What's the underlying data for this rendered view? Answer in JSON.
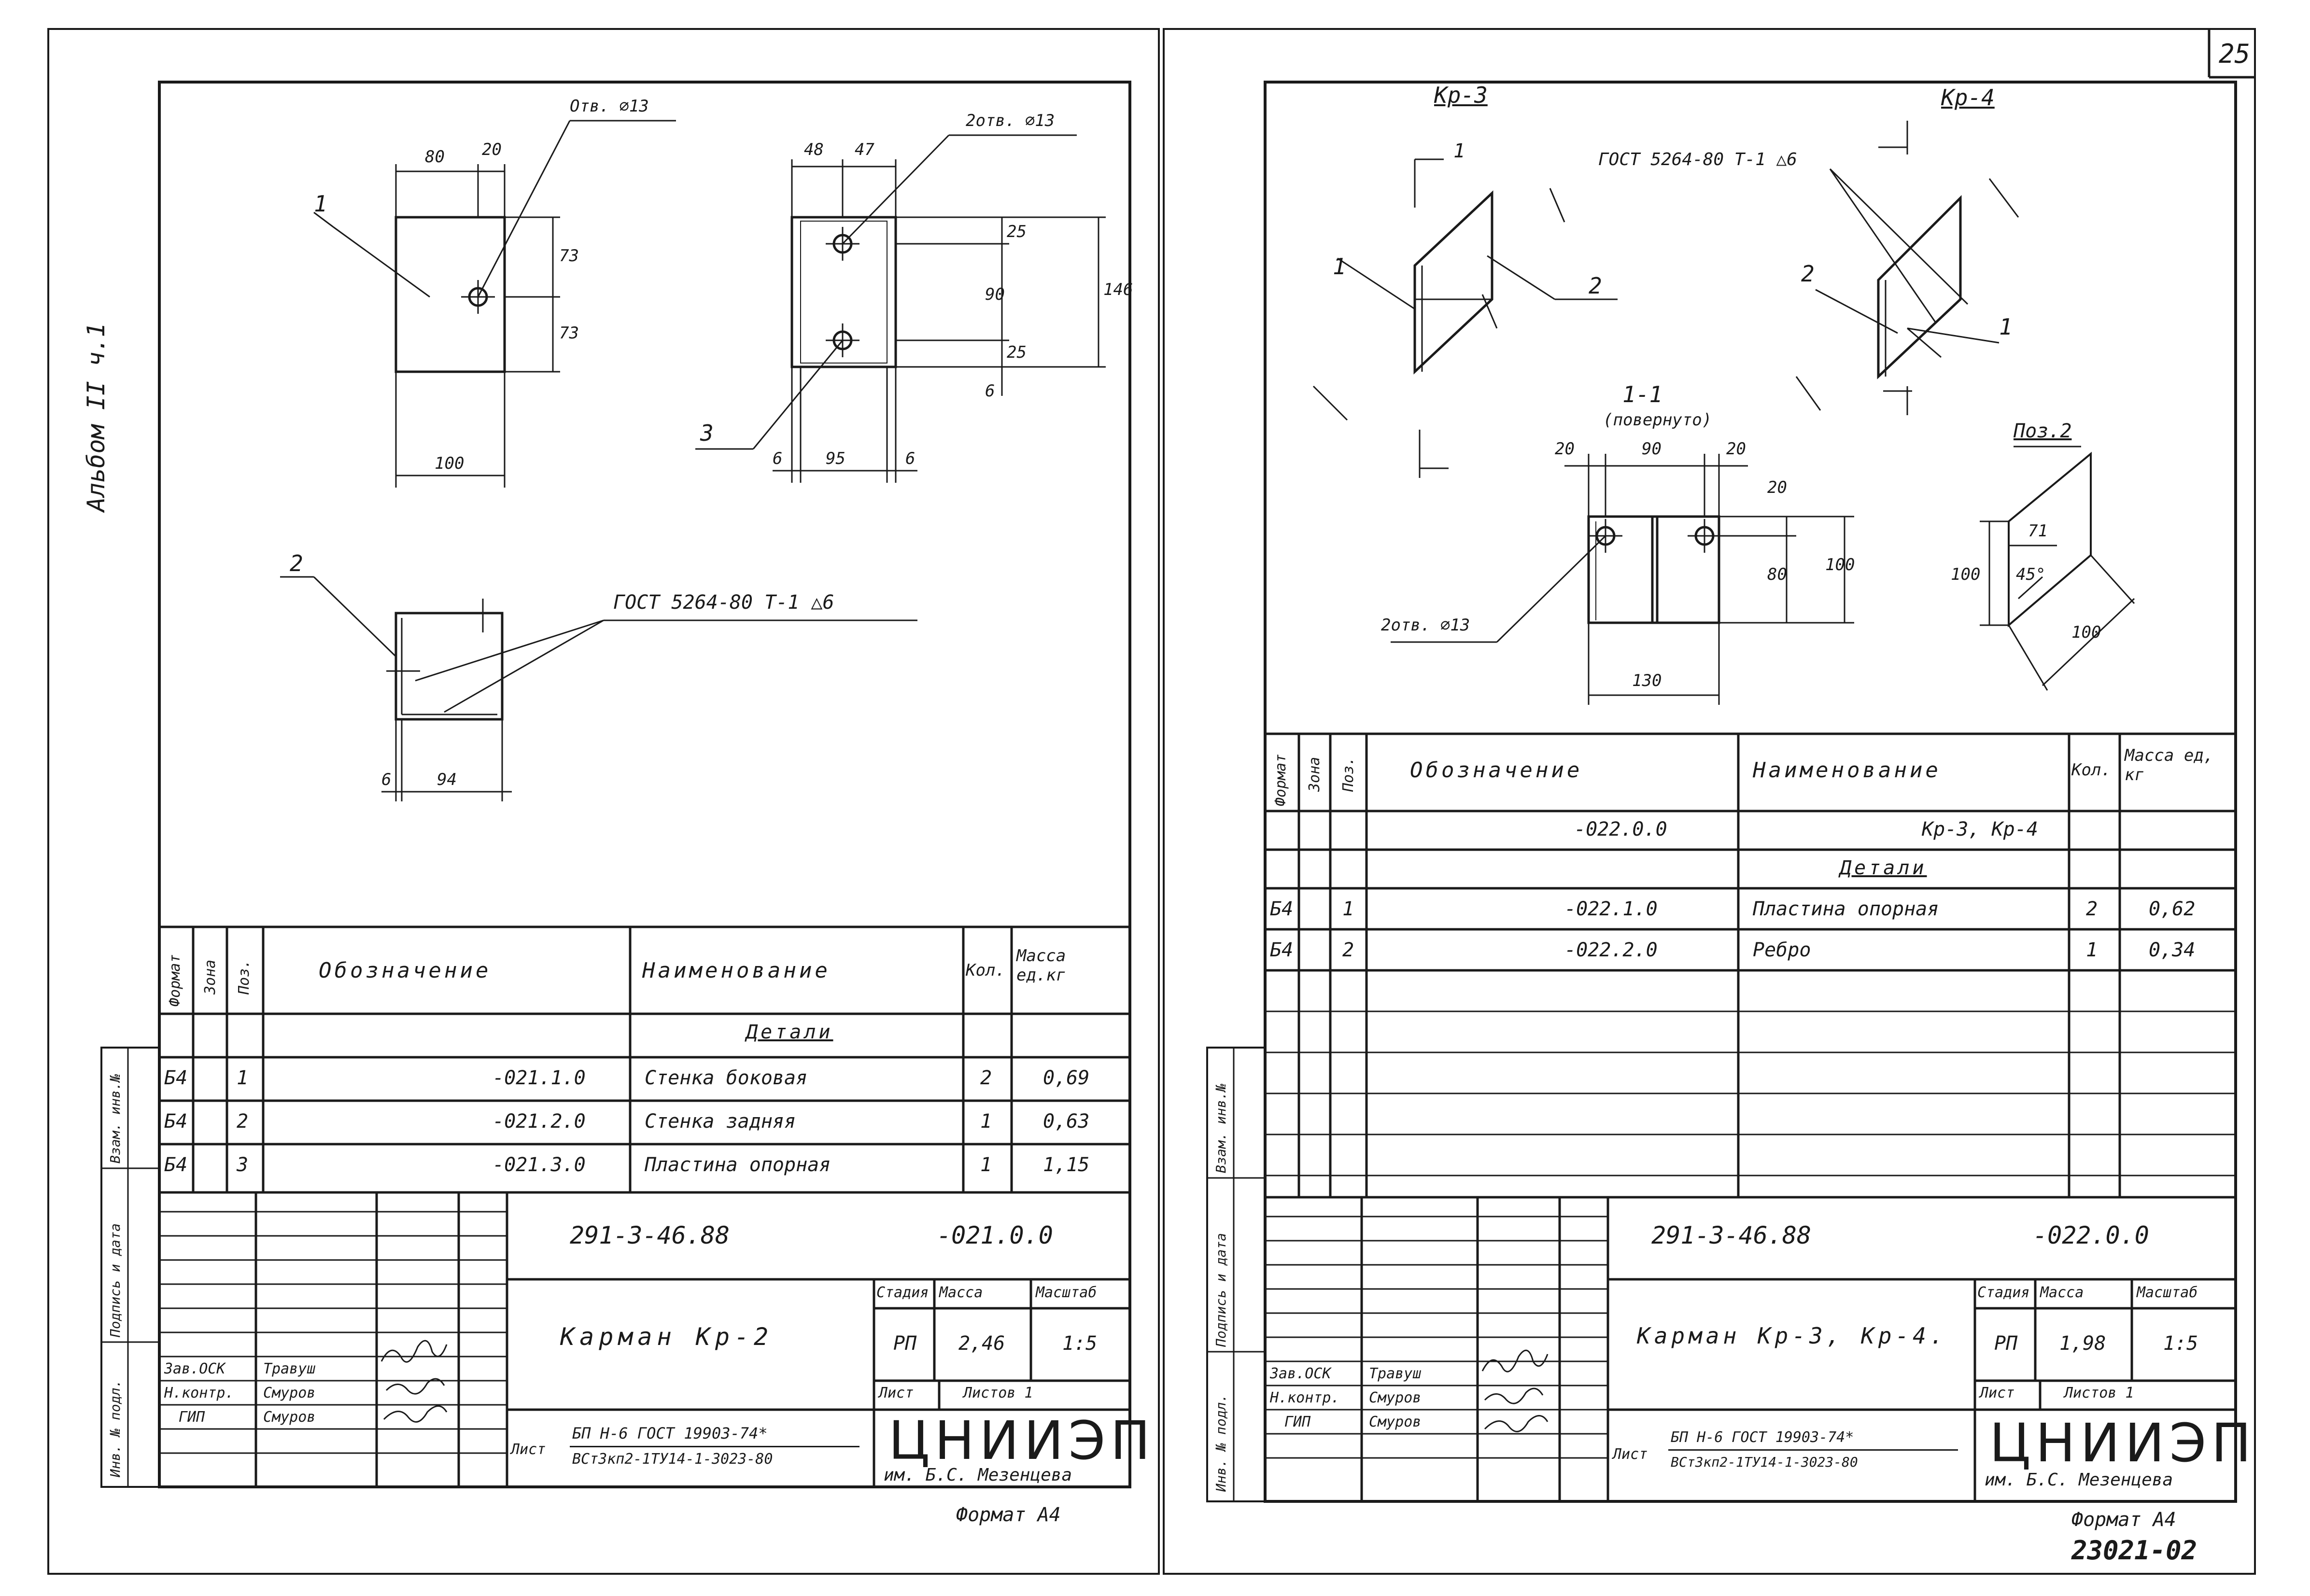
{
  "page_number": "25",
  "side_label": "Альбом II ч.1",
  "footer_code": "23021-02",
  "left_sheet": {
    "views": {
      "dim_80": "80",
      "dim_20": "20",
      "hole_note": "Отв. ⌀13",
      "dim_73a": "73",
      "dim_73b": "73",
      "dim_100": "100",
      "dim_48": "48",
      "dim_47": "47",
      "holes_note": "2отв. ⌀13",
      "dim_25a": "25",
      "dim_90": "90",
      "dim_146": "146",
      "dim_25b": "25",
      "dim_6v": "6",
      "dim_6a": "6",
      "dim_95": "95",
      "dim_6b": "6",
      "dim_6c": "6",
      "dim_94": "94",
      "pos_1": "1",
      "pos_2": "2",
      "pos_3": "3",
      "weld_note": "ГОСТ 5264-80 Т-1 △6"
    },
    "spec": {
      "headers": {
        "format": "Формат",
        "zone": "Зона",
        "pos": "Поз.",
        "designation": "Обозначение",
        "name": "Наименование",
        "qty": "Кол.",
        "mass": "Масса ед.кг"
      },
      "section": "Детали",
      "rows": [
        {
          "format": "Б4",
          "pos": "1",
          "designation": "-021.1.0",
          "name": "Стенка боковая",
          "qty": "2",
          "mass": "0,69"
        },
        {
          "format": "Б4",
          "pos": "2",
          "designation": "-021.2.0",
          "name": "Стенка задняя",
          "qty": "1",
          "mass": "0,63"
        },
        {
          "format": "Б4",
          "pos": "3",
          "designation": "-021.3.0",
          "name": "Пластина опорная",
          "qty": "1",
          "mass": "1,15"
        }
      ]
    },
    "stamp": {
      "doc_code": "291-3-46.88",
      "doc_suffix": "-021.0.0",
      "title": "Карман Кр-2",
      "stage_label": "Стадия",
      "mass_label": "Масса",
      "scale_label": "Масштаб",
      "stage": "РП",
      "mass": "2,46",
      "scale": "1:5",
      "sheet_label": "Лист",
      "sheets_label": "Листов 1",
      "roles": [
        "Зав.ОСК",
        "Н.контр.",
        "ГИП"
      ],
      "names": [
        "Травуш",
        "Смуров",
        "Смуров"
      ],
      "material_prefix": "Лист",
      "material_top": "БП Н-6 ГОСТ 19903-74*",
      "material_bottom": "ВСт3кп2-1ТУ14-1-3023-80",
      "org": "ЦНИИЭП",
      "org_sub": "им. Б.С. Мезенцева",
      "format": "Формат А4"
    },
    "side_fields": [
      "Инв. № подл.",
      "Подпись и дата",
      "Взам. инв.№"
    ]
  },
  "right_sheet": {
    "views": {
      "kr3_title": "Кр-3",
      "kr4_title": "Кр-4",
      "weld_note": "ГОСТ 5264-80 Т-1 △6",
      "cut_1": "1",
      "pos_1": "1",
      "pos_2": "2",
      "section_title": "1-1",
      "section_sub": "(повернуто)",
      "dim_20a": "20",
      "dim_90": "90",
      "dim_20b": "20",
      "dim_20v": "20",
      "dim_80": "80",
      "dim_100": "100",
      "dim_130": "130",
      "holes_note": "2отв. ⌀13",
      "pos2_title": "Поз.2",
      "dim_71": "71",
      "dim_100a": "100",
      "dim_100b": "100",
      "angle": "45°"
    },
    "spec": {
      "headers": {
        "format": "Формат",
        "zone": "Зона",
        "pos": "Поз.",
        "designation": "Обозначение",
        "name": "Наименование",
        "qty": "Кол.",
        "mass": "Масса ед, кг"
      },
      "assembly_designation": "-022.0.0",
      "assembly_name": "Кр-3, Кр-4",
      "section": "Детали",
      "rows": [
        {
          "format": "Б4",
          "pos": "1",
          "designation": "-022.1.0",
          "name": "Пластина опорная",
          "qty": "2",
          "mass": "0,62"
        },
        {
          "format": "Б4",
          "pos": "2",
          "designation": "-022.2.0",
          "name": "Ребро",
          "qty": "1",
          "mass": "0,34"
        }
      ]
    },
    "stamp": {
      "doc_code": "291-3-46.88",
      "doc_suffix": "-022.0.0",
      "title": "Карман Кр-3, Кр-4.",
      "stage_label": "Стадия",
      "mass_label": "Масса",
      "scale_label": "Масштаб",
      "stage": "РП",
      "mass": "1,98",
      "scale": "1:5",
      "sheet_label": "Лист",
      "sheets_label": "Листов 1",
      "roles": [
        "Зав.ОСК",
        "Н.контр.",
        "ГИП"
      ],
      "names": [
        "Травуш",
        "Смуров",
        "Смуров"
      ],
      "material_prefix": "Лист",
      "material_top": "БП Н-6 ГОСТ 19903-74*",
      "material_bottom": "ВСт3кп2-1ТУ14-1-3023-80",
      "org": "ЦНИИЭП",
      "org_sub": "им. Б.С. Мезенцева",
      "format": "Формат А4"
    },
    "side_fields": [
      "Инв. № подл.",
      "Подпись и дата",
      "Взам. инв.№"
    ]
  }
}
